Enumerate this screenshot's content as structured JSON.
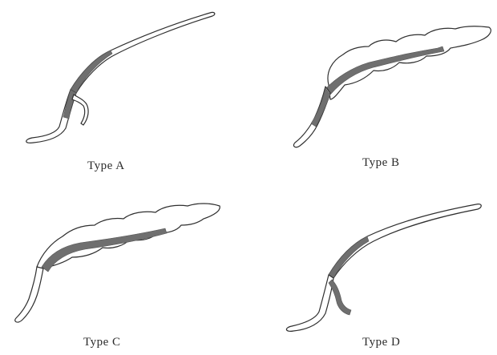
{
  "figure": {
    "panels": [
      {
        "id": "a",
        "caption": "Type A"
      },
      {
        "id": "b",
        "caption": "Type B"
      },
      {
        "id": "c",
        "caption": "Type C"
      },
      {
        "id": "d",
        "caption": "Type D"
      }
    ],
    "colors": {
      "outline": "#2f2f2f",
      "shaded_region": "#6f6f6f",
      "background": "#ffffff"
    }
  }
}
